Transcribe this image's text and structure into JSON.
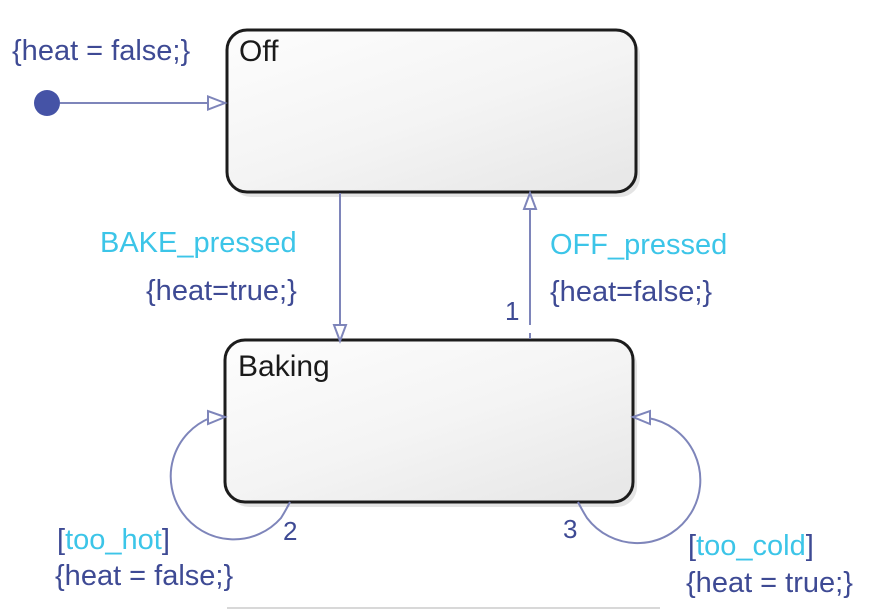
{
  "diagram": {
    "kind": "stateflow-state-machine",
    "colors": {
      "background": "#ffffff",
      "event_text": "#3cc5e8",
      "action_text": "#3e4a94",
      "transition_line": "#7e85ba",
      "state_border": "#1c1c1c",
      "state_fill_top": "#fdfdfd",
      "state_fill_bottom": "#e8e8e8",
      "initial_dot": "#4553a6"
    },
    "states": {
      "off": {
        "title": "Off"
      },
      "baking": {
        "title": "Baking"
      }
    },
    "transitions": {
      "default": {
        "action": "{heat = false;}",
        "to": "Off"
      },
      "bake": {
        "event": "BAKE_pressed",
        "action": "{heat=true;}",
        "from": "Off",
        "to": "Baking"
      },
      "off": {
        "event": "OFF_pressed",
        "action": "{heat=false;}",
        "order": "1",
        "from": "Baking",
        "to": "Off"
      },
      "too_hot": {
        "bracket_open": "[",
        "guard": "too_hot",
        "bracket_close": "]",
        "action": "{heat = false;}",
        "order": "2",
        "from": "Baking",
        "to": "Baking"
      },
      "too_cold": {
        "bracket_open": "[",
        "guard": "too_cold",
        "bracket_close": "]",
        "action": "{heat = true;}",
        "order": "3",
        "from": "Baking",
        "to": "Baking"
      }
    }
  }
}
